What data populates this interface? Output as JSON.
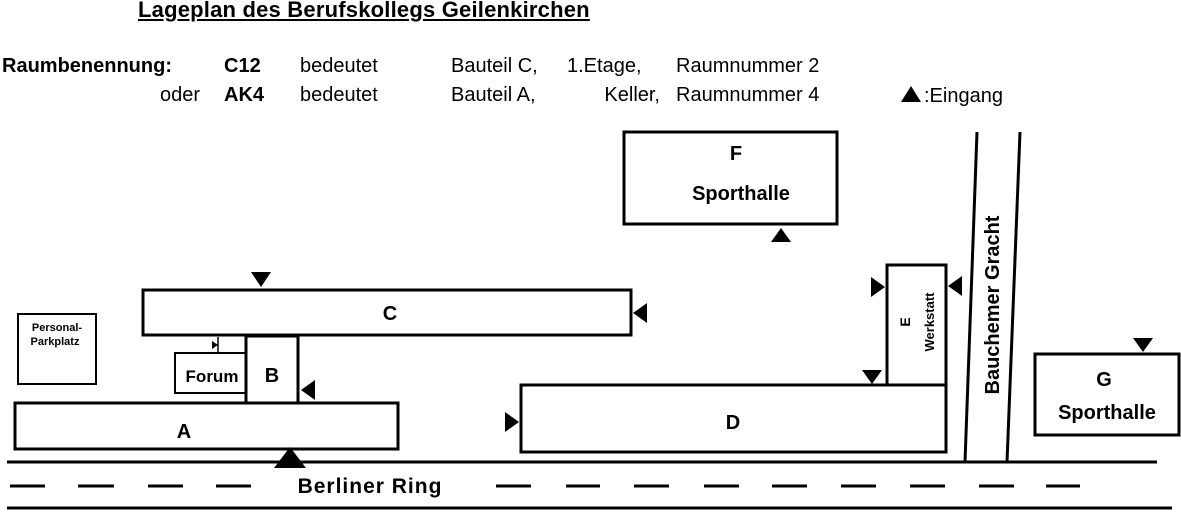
{
  "title": "Lageplan des Berufskollegs Geilenkirchen",
  "legend": {
    "row1": {
      "prefix": "Raumbenennung:",
      "code": "C12",
      "verb": "bedeutet",
      "part": "Bauteil C,",
      "level": "1.Etage,",
      "room": "Raumnummer 2"
    },
    "row2": {
      "prefix": "oder",
      "code": "AK4",
      "verb": "bedeutet",
      "part": "Bauteil A,",
      "level": "Keller,",
      "room": "Raumnummer 4"
    },
    "entrance_label": ":Eingang"
  },
  "buildings": {
    "A": {
      "label": "A"
    },
    "B": {
      "label": "B"
    },
    "C": {
      "label": "C"
    },
    "D": {
      "label": "D"
    },
    "E": {
      "label": "E",
      "sublabel": "Werkstatt"
    },
    "F": {
      "label": "F",
      "sublabel": "Sporthalle"
    },
    "G": {
      "label": "G",
      "sublabel": "Sporthalle"
    },
    "forum": {
      "label": "Forum"
    },
    "parking": {
      "line1": "Personal-",
      "line2": "Parkplatz"
    }
  },
  "streets": {
    "main": "Berliner Ring",
    "side": "Bauchemer Gracht"
  },
  "colors": {
    "ink": "#000000",
    "background": "#ffffff"
  },
  "icons": {
    "entrance": "filled-triangle"
  }
}
